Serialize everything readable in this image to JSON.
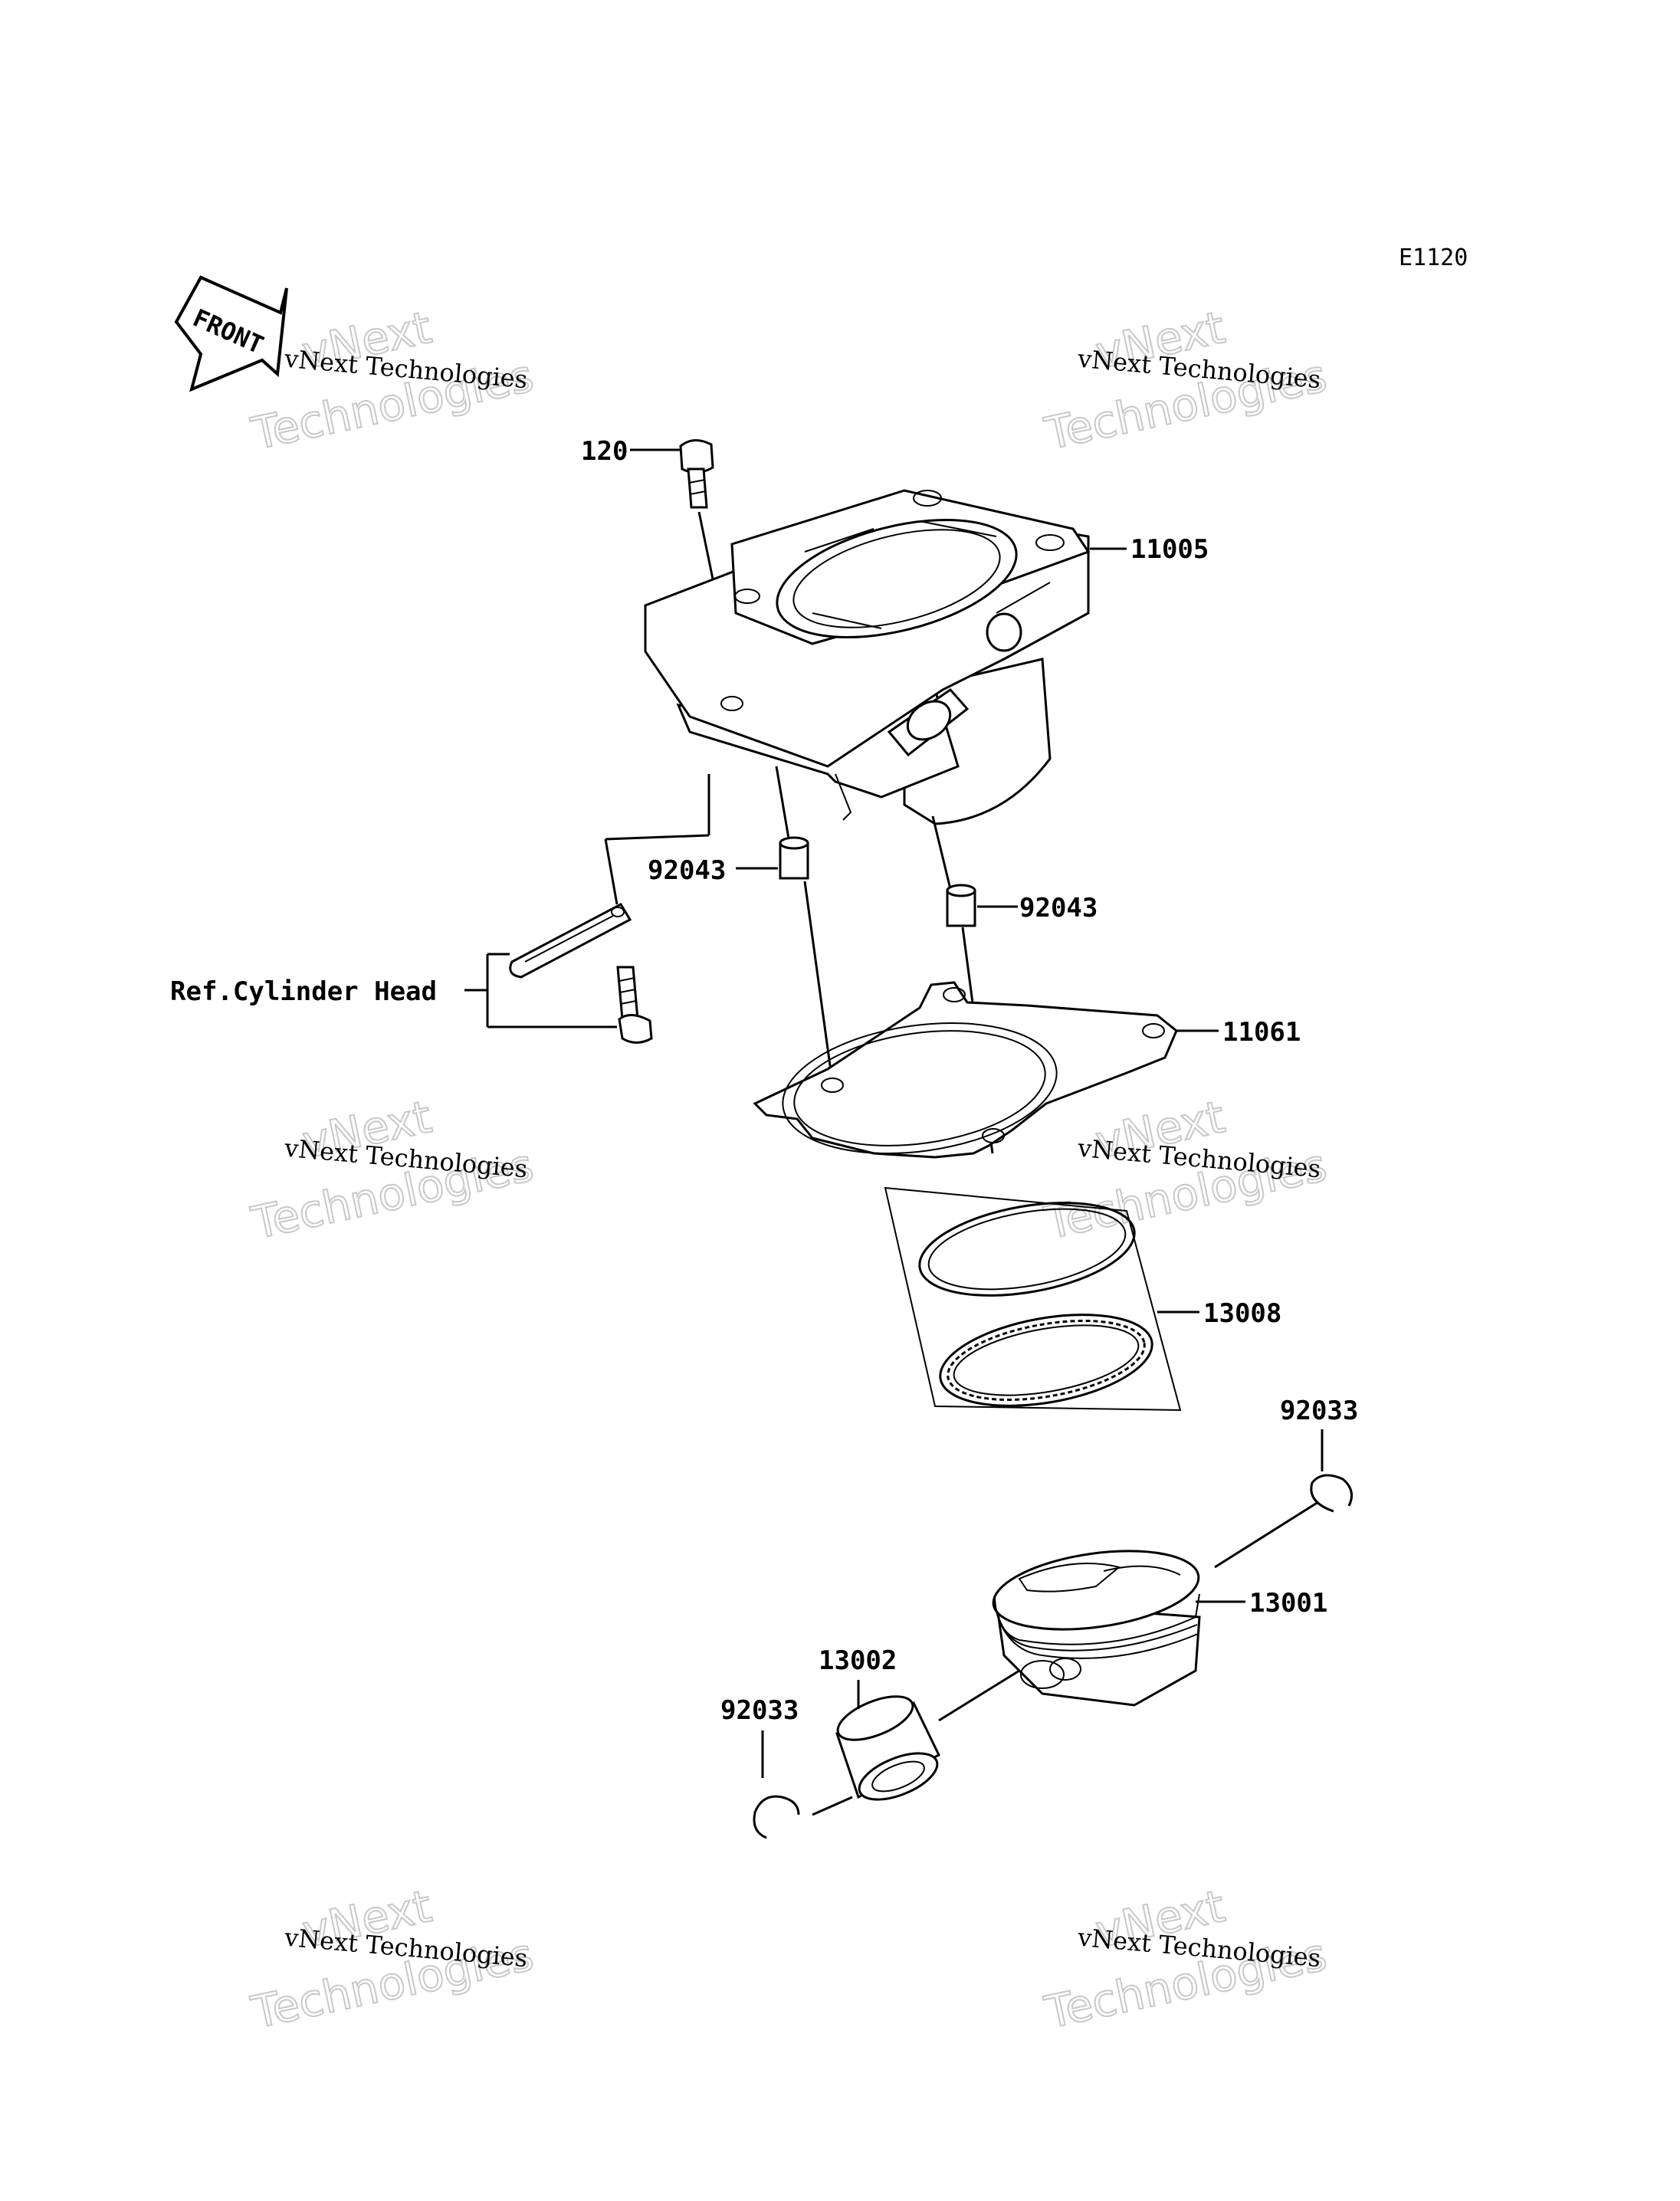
{
  "diagram": {
    "code": "E1120",
    "front_label": "FRONT",
    "watermark": {
      "line1": "vNext",
      "line2": "Technologies",
      "small": "vNext Technologies"
    },
    "labels": {
      "bolt": "120",
      "cylinder": "11005",
      "dowel_left": "92043",
      "dowel_right": "92043",
      "ref": "Ref.Cylinder Head",
      "gasket": "11061",
      "ring_set": "13008",
      "snap_ring_top": "92033",
      "piston": "13001",
      "piston_pin": "13002",
      "snap_ring_bottom": "92033"
    }
  }
}
